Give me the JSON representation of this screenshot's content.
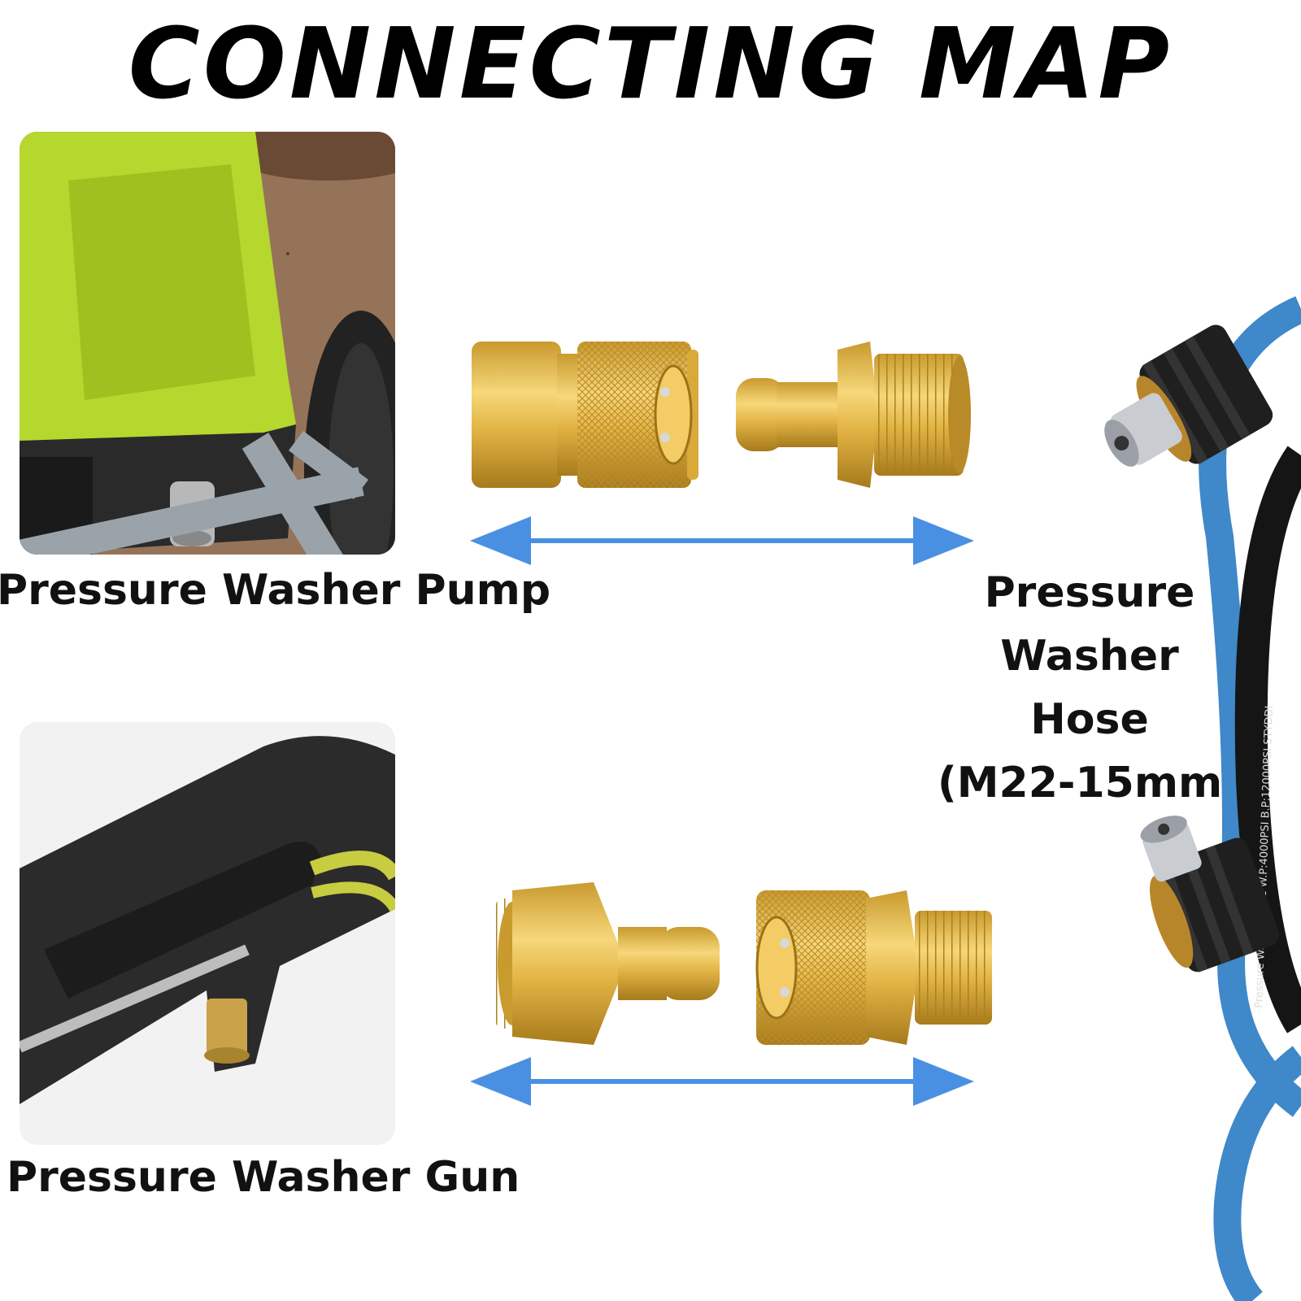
{
  "title": "CONNECTING MAP",
  "labels": {
    "pump": "Pressure Washer Pump",
    "gun": "Pressure Washer Gun",
    "hose_lines": [
      "Pressure",
      "Washer",
      "Hose",
      "(M22-15mm)"
    ]
  },
  "hose_print": "Pressure Washer Hose W.P:4000PSI B.P:12000PSI STYDDI",
  "colors": {
    "arrow": "#4a90e2",
    "brass": "#e0b43c",
    "hose_blue": "#3f88c9",
    "pump_green": "#b6d72e"
  }
}
